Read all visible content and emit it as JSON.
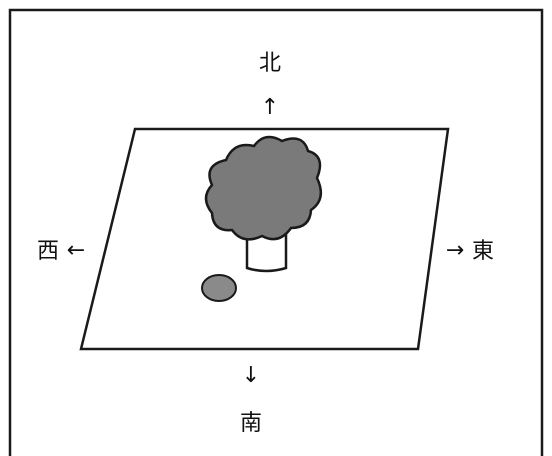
{
  "directions": {
    "north": {
      "label": "北",
      "arrow": "↑"
    },
    "south": {
      "label": "南",
      "arrow": "↓"
    },
    "west": {
      "label": "西",
      "arrow": "←"
    },
    "east": {
      "label": "東",
      "arrow": "→"
    }
  },
  "colors": {
    "frame": "#1a1a1a",
    "ground_stroke": "#1a1a1a",
    "ground_fill": "#ffffff",
    "foliage": "#7a7a7a",
    "trunk": "#ffffff",
    "shadow": "#8a8a8a",
    "text": "#111111"
  },
  "icons": {
    "tree": "tree-icon",
    "shadow": "shadow-ellipse"
  }
}
